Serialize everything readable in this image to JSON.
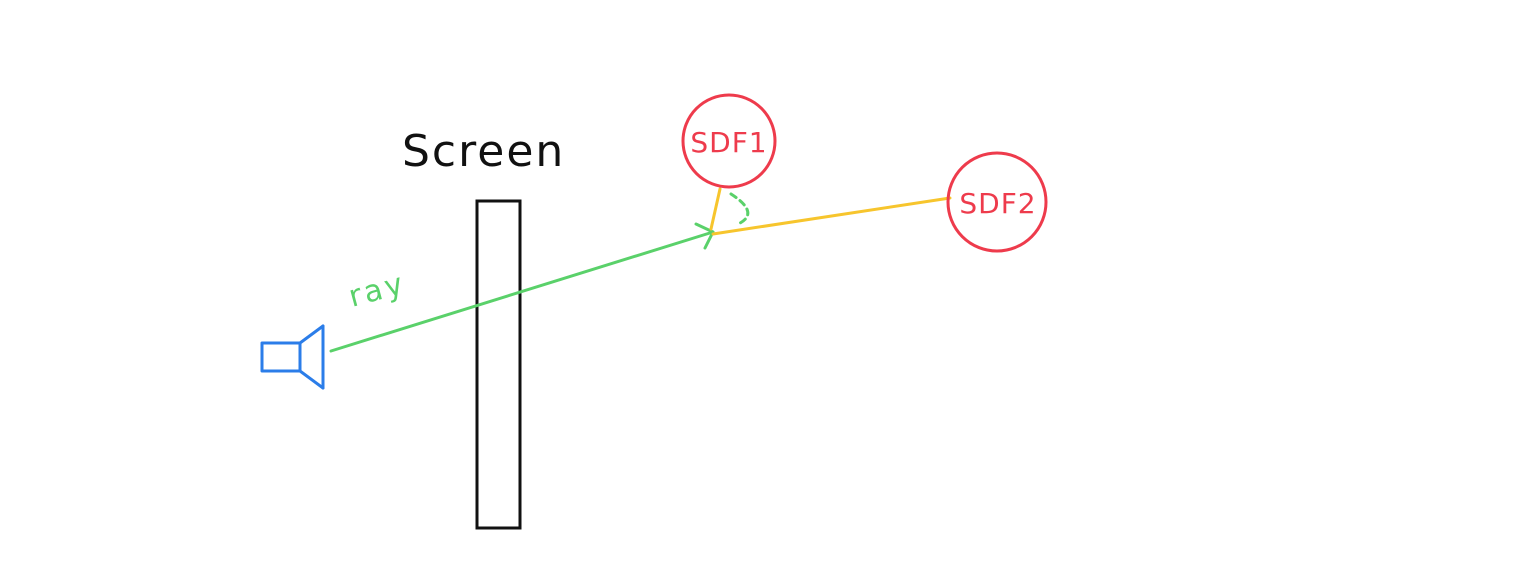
{
  "labels": {
    "screen": "Screen",
    "ray": "ray",
    "sdf1": "SDF1",
    "sdf2": "SDF2"
  },
  "colors": {
    "screen": "#111111",
    "camera": "#2b7de9",
    "ray": "#5ad16a",
    "distance": "#f7c52d",
    "sdf": "#ee3b4c"
  },
  "icons": {
    "camera": "camera-icon"
  }
}
